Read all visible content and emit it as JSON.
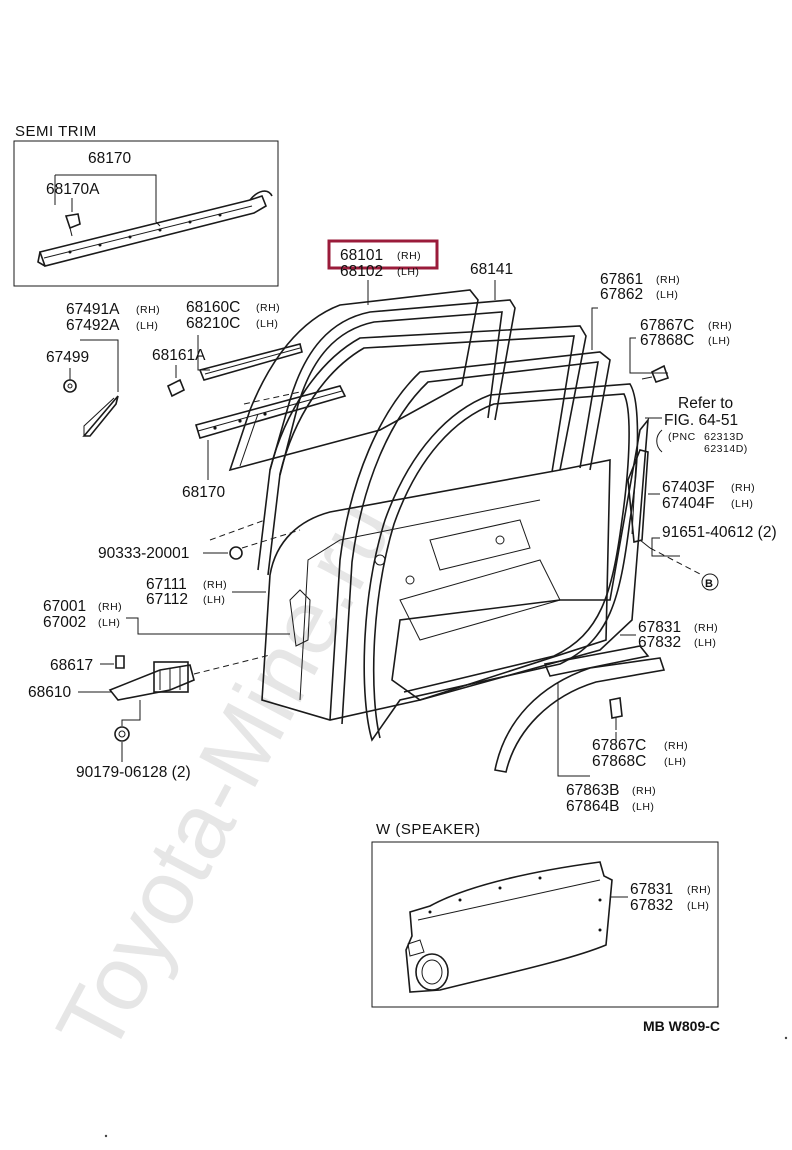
{
  "watermark": "Toyota-Mine.ru",
  "diagram_code": "MB  W809-C",
  "insets": {
    "semi_trim": {
      "title": "SEMI TRIM",
      "part_a": "68170",
      "part_b": "68170A"
    },
    "speaker": {
      "title": "W (SPEAKER)",
      "part_rh": "67831",
      "side_rh": "(RH)",
      "part_lh": "67832",
      "side_lh": "(LH)"
    }
  },
  "highlight": {
    "part_rh": "68101",
    "side_rh": "(RH)",
    "part_lh": "68102",
    "side_lh": "(LH)",
    "color": "#9a1b3a"
  },
  "refer": {
    "line1": "Refer to",
    "line2": "FIG. 64-51",
    "pnc_label": "(PNC",
    "pnc_1": "62313D",
    "pnc_2": "62314D)"
  },
  "labels": {
    "p68141": "68141",
    "p67861": "67861",
    "p67862": "67862",
    "p67867c": "67867C",
    "p67868c": "67868C",
    "p67491a": "67491A",
    "p67492a": "67492A",
    "p67499": "67499",
    "p68160c": "68160C",
    "p68210c": "68210C",
    "p68161a": "68161A",
    "p68170": "68170",
    "p67403f": "67403F",
    "p67404f": "67404F",
    "p91651": "91651-40612 (2)",
    "circle_b": "B",
    "p90333": "90333-20001",
    "p67111": "67111",
    "p67112": "67112",
    "p67001": "67001",
    "p67002": "67002",
    "p67831": "67831",
    "p67832": "67832",
    "p68617": "68617",
    "p68610": "68610",
    "p90179": "90179-06128 (2)",
    "p67867c_b": "67867C",
    "p67868c_b": "67868C",
    "p67863b": "67863B",
    "p67864b": "67864B",
    "rh": "(RH)",
    "lh": "(LH)"
  }
}
